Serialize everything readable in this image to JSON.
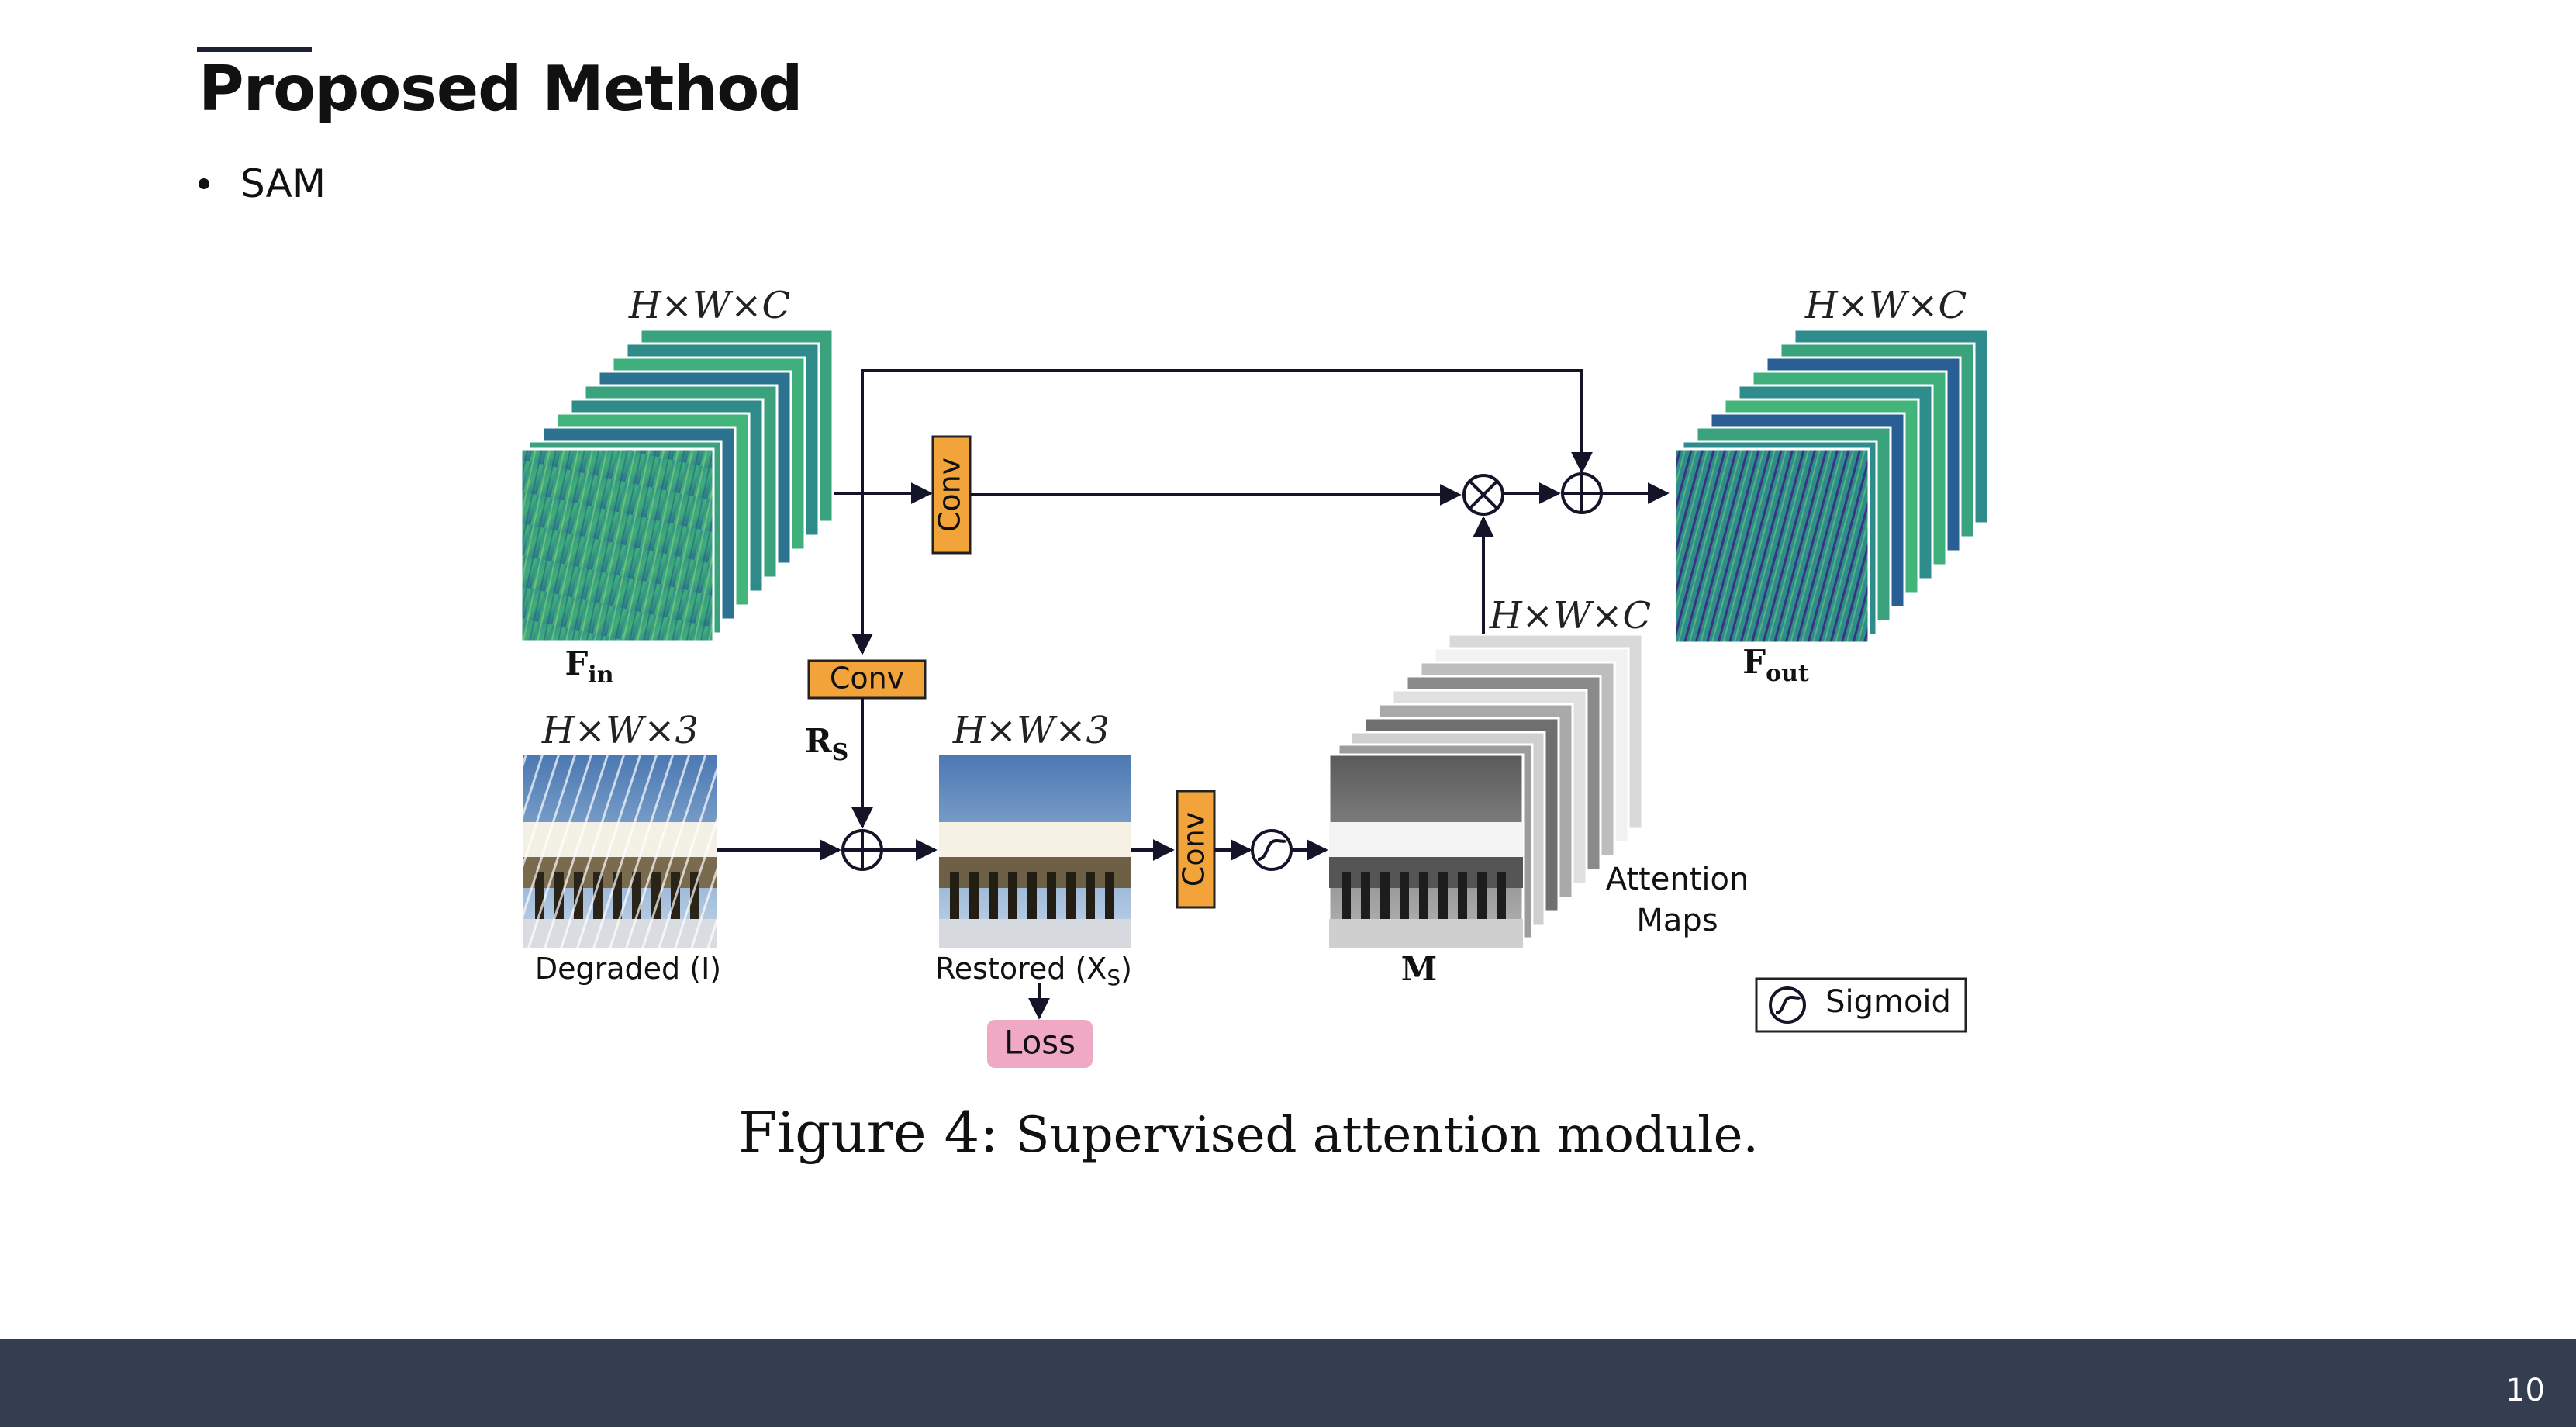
{
  "slide": {
    "title": "Proposed Method",
    "bullet": "SAM",
    "page_number": "10"
  },
  "figure": {
    "caption_prefix": "Figure 4:",
    "caption_text": "Supervised attention module.",
    "dims_feature": "H×W×C",
    "dims_image": "H×W×3",
    "f_in": "F",
    "f_in_sub": "in",
    "f_out": "F",
    "f_out_sub": "out",
    "rs": "R",
    "rs_sub": "S",
    "conv": "Conv",
    "degraded": "Degraded (I)",
    "restored": "Restored (X",
    "restored_sub": "S",
    "restored_close": ")",
    "loss": "Loss",
    "m_label": "M",
    "attention_line1": "Attention",
    "attention_line2": "Maps",
    "sigmoid_legend": "Sigmoid"
  },
  "colors": {
    "conv_fill": "#f2a33a",
    "loss_fill": "#f0a9c4",
    "arrow": "#141428",
    "footer": "#343e50"
  }
}
